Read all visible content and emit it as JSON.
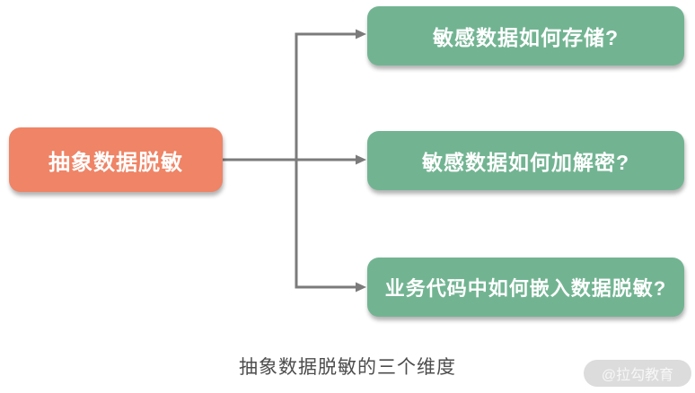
{
  "colors": {
    "accent-orange": "#EF8466",
    "accent-green": "#72B492",
    "connector-gray": "#7B7B7B",
    "caption-gray": "#4D4D4D",
    "watermark-bg": "#DCDCDC",
    "watermark-text": "#F7F7F7",
    "box-text": "#FFFFFF",
    "background": "#FFFFFF"
  },
  "diagram": {
    "type": "flowchart",
    "root_node": {
      "label": "抽象数据脱敏"
    },
    "branch_nodes": [
      {
        "label": "敏感数据如何存储?"
      },
      {
        "label": "敏感数据如何加解密?"
      },
      {
        "label": "业务代码中如何嵌入数据脱敏?"
      }
    ],
    "caption": "抽象数据脱敏的三个维度",
    "watermark": "@拉勾教育"
  }
}
